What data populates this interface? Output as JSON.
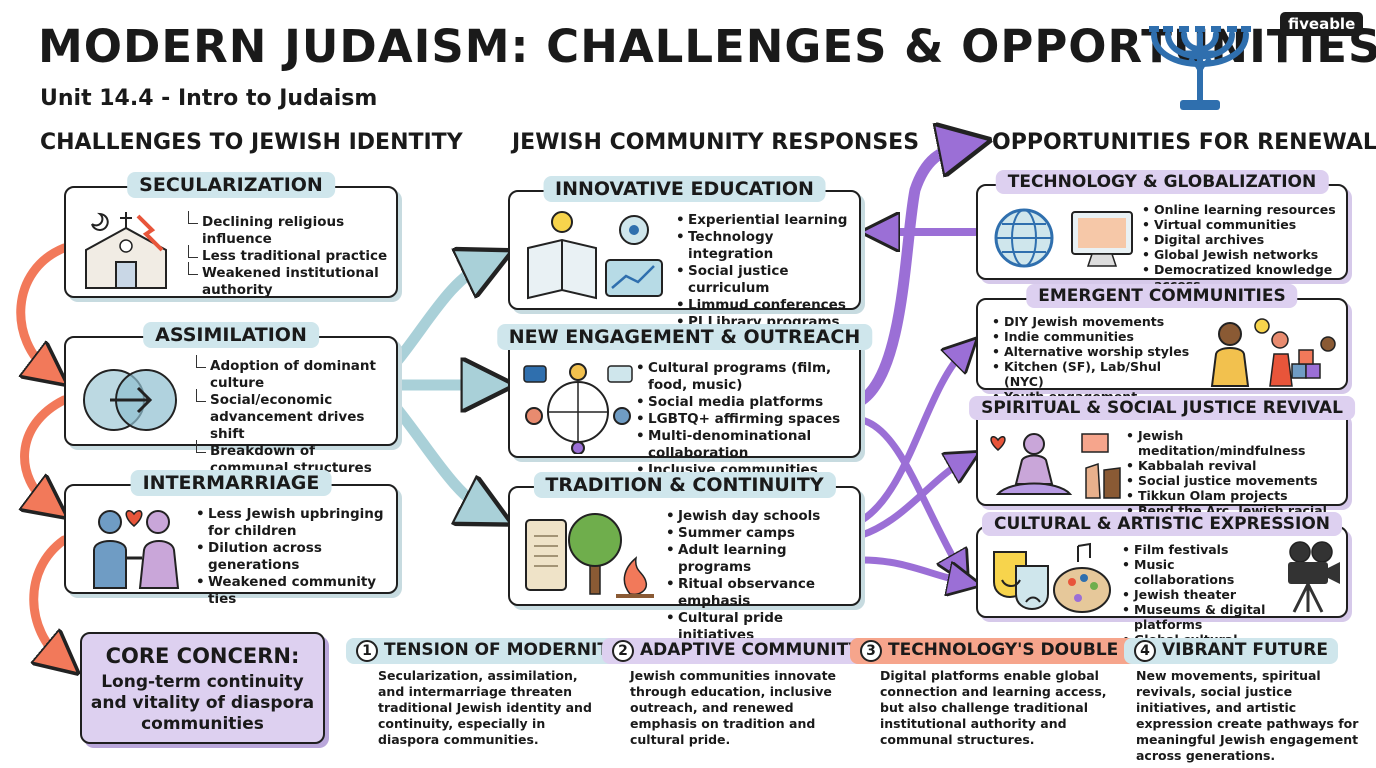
{
  "header": {
    "title": "MODERN JUDAISM: CHALLENGES & OPPORTUNITIES",
    "subtitle": "Unit 14.4 - Intro to Judaism",
    "brand": "fiveable"
  },
  "columns": {
    "challenges": "CHALLENGES TO JEWISH IDENTITY",
    "responses": "JEWISH COMMUNITY RESPONSES",
    "opportunities": "OPPORTUNITIES FOR RENEWAL"
  },
  "challenges": [
    {
      "title": "SECULARIZATION",
      "items": [
        "Declining religious influence",
        "Less traditional practice",
        "Weakened institutional authority"
      ]
    },
    {
      "title": "ASSIMILATION",
      "items": [
        "Adoption of dominant culture",
        "Social/economic advancement drives shift",
        "Breakdown of communal structures"
      ]
    },
    {
      "title": "INTERMARRIAGE",
      "items": [
        "Less Jewish upbringing for children",
        "Dilution across generations",
        "Weakened community ties"
      ]
    }
  ],
  "responses": [
    {
      "title": "INNOVATIVE EDUCATION",
      "items": [
        "Experiential learning",
        "Technology integration",
        "Social justice curriculum",
        "Limmud conferences",
        "PJ Library programs"
      ]
    },
    {
      "title": "NEW ENGAGEMENT & OUTREACH",
      "items": [
        "Cultural programs (film, food, music)",
        "Social media platforms",
        "LGBTQ+ affirming spaces",
        "Multi-denominational collaboration",
        "Inclusive communities"
      ]
    },
    {
      "title": "TRADITION & CONTINUITY",
      "items": [
        "Jewish day schools",
        "Summer camps",
        "Adult learning programs",
        "Ritual observance emphasis",
        "Cultural pride initiatives"
      ]
    }
  ],
  "opportunities": [
    {
      "title": "TECHNOLOGY & GLOBALIZATION",
      "items": [
        "Online learning resources",
        "Virtual communities",
        "Digital archives",
        "Global Jewish networks",
        "Democratized knowledge access"
      ]
    },
    {
      "title": "EMERGENT COMMUNITIES",
      "items": [
        "DIY Jewish movements",
        "Indie communities",
        "Alternative worship styles",
        "Kitchen (SF), Lab/Shul (NYC)",
        "Youth engagement"
      ]
    },
    {
      "title": "SPIRITUAL & SOCIAL JUSTICE REVIVAL",
      "items": [
        "Jewish meditation/mindfulness",
        "Kabbalah revival",
        "Social justice movements",
        "Tikkun Olam projects",
        "Bend the Arc, Jewish racial justice orgs."
      ]
    },
    {
      "title": "CULTURAL & ARTISTIC EXPRESSION",
      "items": [
        "Film festivals",
        "Music collaborations",
        "Jewish theater",
        "Museums & digital platforms",
        "Global cultural sharing"
      ]
    }
  ],
  "core": {
    "title": "CORE CONCERN:",
    "text": "Long-term continuity and vitality of diaspora communities"
  },
  "points": [
    {
      "num": "1",
      "title": "TENSION OF MODERNITY",
      "color": "#cfe6ec",
      "text": "Secularization, assimilation, and intermarriage threaten traditional Jewish identity and continuity, especially in diaspora communities."
    },
    {
      "num": "2",
      "title": "ADAPTIVE COMMUNITY",
      "color": "#ddd0f0",
      "text": "Jewish communities innovate through education, inclusive outreach, and renewed emphasis on tradition and cultural pride."
    },
    {
      "num": "3",
      "title": "TECHNOLOGY'S DOUBLE EDGE",
      "color": "#f6a58c",
      "text": "Digital platforms enable global connection and learning access, but also challenge traditional institutional authority and communal structures."
    },
    {
      "num": "4",
      "title": "VIBRANT FUTURE",
      "color": "#cfe6ec",
      "text": "New movements, spiritual revivals, social justice initiatives, and artistic expression create pathways for meaningful Jewish engagement across generations."
    }
  ],
  "colors": {
    "orange": "#f2795a",
    "blue": "#a9d0d8",
    "purple": "#9b6fd6",
    "lavender": "#ddd0f0",
    "ink": "#1f1f1f"
  }
}
